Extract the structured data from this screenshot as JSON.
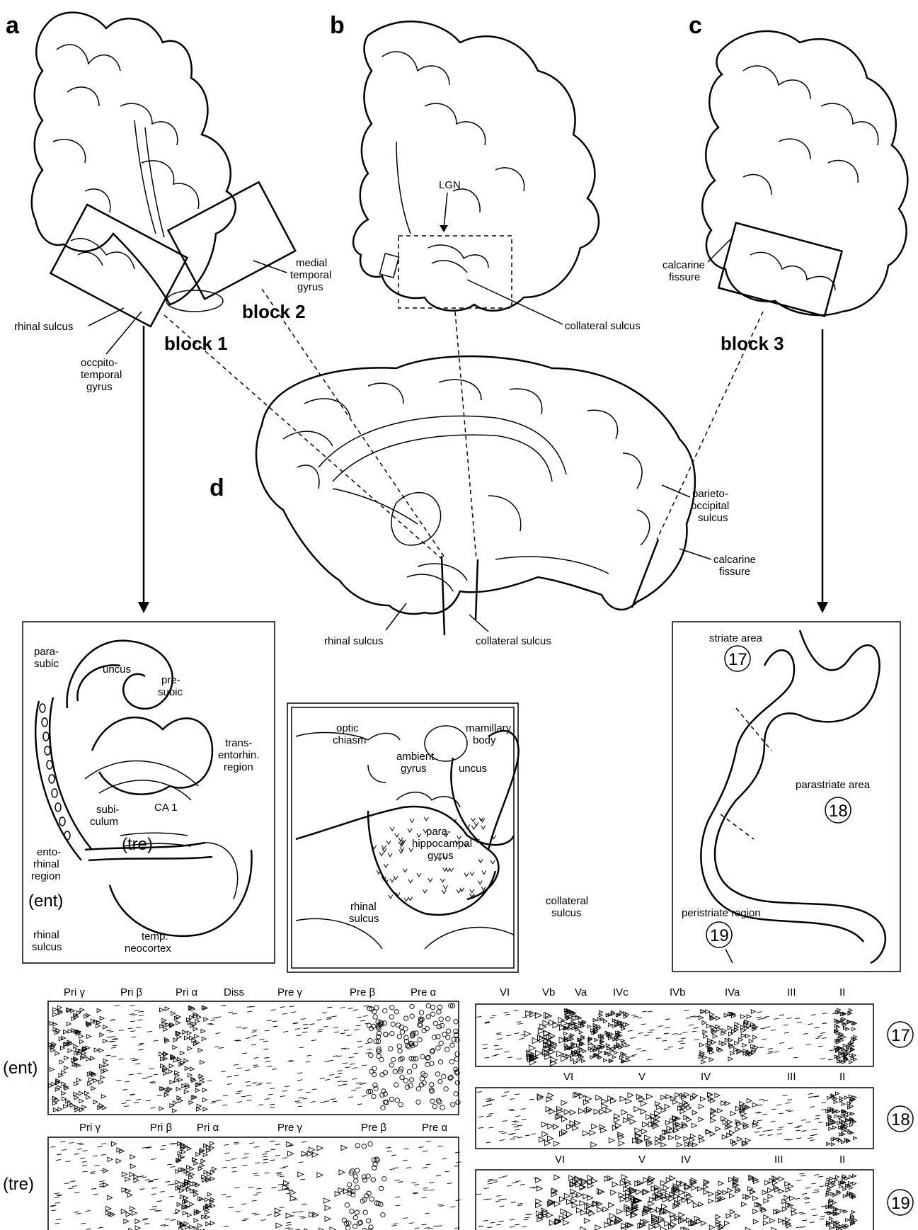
{
  "panels": {
    "a": "a",
    "b": "b",
    "c": "c",
    "d": "d"
  },
  "blocks": {
    "block1": "block 1",
    "block2": "block 2",
    "block3": "block 3"
  },
  "panel_a_labels": {
    "rhinal_sulcus": "rhinal sulcus",
    "occ1": "occpito-",
    "occ2": "temporal",
    "occ3": "gyrus",
    "med1": "medial",
    "med2": "temporal",
    "med3": "gyrus"
  },
  "panel_b_labels": {
    "lgn": "LGN",
    "collateral": "collateral sulcus"
  },
  "panel_c_labels": {
    "calc1": "calcarine",
    "calc2": "fissure"
  },
  "panel_d_labels": {
    "po1": "parieto-",
    "po2": "occipital",
    "po3": "sulcus",
    "cf1": "calcarine",
    "cf2": "fissure",
    "rhinal": "rhinal sulcus",
    "collateral": "collateral sulcus"
  },
  "left_box": {
    "para1": "para-",
    "para2": "subic",
    "uncus": "uncus",
    "pre1": "pre-",
    "pre2": "subic",
    "tr1": "trans-",
    "tr2": "entorhin.",
    "tr3": "region",
    "sub1": "subi-",
    "sub2": "culum",
    "ca1": "CA 1",
    "tre": "(tre)",
    "ent1": "ento-",
    "ent2": "rhinal",
    "ent3": "region",
    "ent": "(ent)",
    "rh1": "rhinal",
    "rh2": "sulcus",
    "tn1": "temp.",
    "tn2": "neocortex"
  },
  "mid_box": {
    "oc1": "optic",
    "oc2": "chiasm",
    "mb1": "mamillary",
    "mb2": "body",
    "am1": "ambient",
    "am2": "gyrus",
    "uncus": "uncus",
    "ph1": "para-",
    "ph2": "hippocampal",
    "ph3": "gyrus",
    "rh1": "rhinal",
    "rh2": "sulcus",
    "cs1": "collateral",
    "cs2": "sulcus"
  },
  "right_box": {
    "striate": "striate area",
    "n17": "17",
    "parastriate": "parastriate area",
    "n18": "18",
    "peristriate": "peristriate region",
    "n19": "19"
  },
  "strips": {
    "ent_label": "(ent)",
    "tre_label": "(tre)",
    "ent_headers": [
      "Pri γ",
      "Pri β",
      "Pri α",
      "Diss",
      "Pre γ",
      "Pre β",
      "Pre α"
    ],
    "tre_headers": [
      "Pri γ",
      "Pri β",
      "Pri α",
      "Pre γ",
      "Pre β",
      "Pre α"
    ],
    "a17_headers": [
      "VI",
      "Vb",
      "Va",
      "IVc",
      "IVb",
      "IVa",
      "III",
      "II"
    ],
    "a18_headers": [
      "VI",
      "V",
      "IV",
      "III",
      "II"
    ],
    "a19_headers": [
      "VI",
      "V",
      "IV",
      "III",
      "II"
    ],
    "n17": "17",
    "n18": "18",
    "n19": "19"
  }
}
